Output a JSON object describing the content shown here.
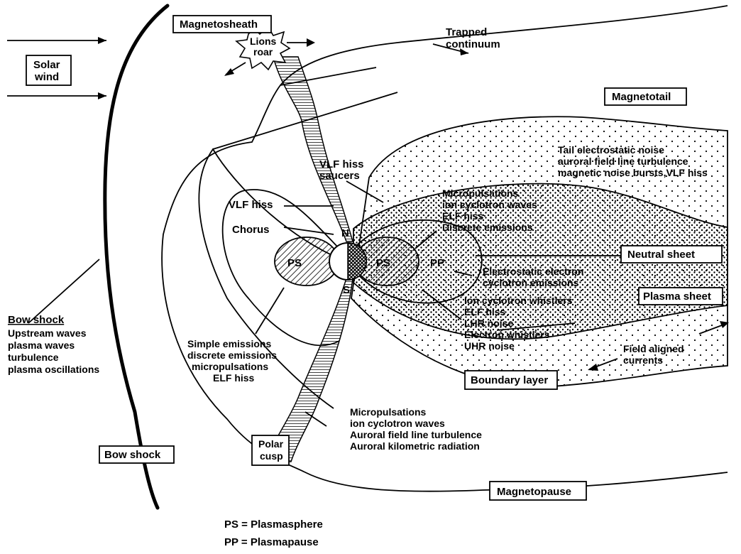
{
  "labels": {
    "solar_wind_line1": "Solar",
    "solar_wind_line2": "wind",
    "magnetosheath": "Magnetosheath",
    "lions_roar_line1": "Lions",
    "lions_roar_line2": "roar",
    "trapped_line1": "Trapped",
    "trapped_line2": "continuum",
    "magnetotail": "Magnetotail",
    "tail_noise_1": "Tail electrostatic noise",
    "tail_noise_2": "auroral field line turbulence",
    "tail_noise_3": "magnetic noise bursts,VLF hiss",
    "vlf_saucers_1": "VLF hiss",
    "vlf_saucers_2": "saucers",
    "vlf_hiss": "VLF hiss",
    "chorus": "Chorus",
    "ps_left": "PS",
    "ps_right": "PS",
    "pp": "PP",
    "north": "N",
    "south": "S",
    "pp_waves_1": "Micropulsations",
    "pp_waves_2": "ion cyclotron waves",
    "pp_waves_3": "ELF hiss",
    "pp_waves_4": "Discrete emissions",
    "neutral_sheet": "Neutral sheet",
    "electrostatic_1": "Electrostatic electron",
    "electrostatic_2": "cyclotron emissions",
    "ion_whistlers": "Ion cyclotron whistlers",
    "elf_hiss_2": "ELF hiss",
    "lhr_noise": "LHR noise",
    "electron_whistlers": "Electron whistlers",
    "uhr_noise": "UHR noise",
    "plasma_sheet": "Plasma sheet",
    "field_aligned_1": "Field aligned",
    "field_aligned_2": "currents",
    "boundary_layer": "Boundary layer",
    "bow_shock_title": "Bow shock",
    "bow_shock_1": "Upstream waves",
    "bow_shock_2": "plasma waves",
    "bow_shock_3": "turbulence",
    "bow_shock_4": "plasma oscillations",
    "bow_shock_box": "Bow shock",
    "simple_1": "Simple emissions",
    "simple_2": "discrete emissions",
    "simple_3": "micropulsations",
    "simple_4": "ELF hiss",
    "polar_cusp_1": "Polar",
    "polar_cusp_2": "cusp",
    "cusp_waves_1": "Micropulsations",
    "cusp_waves_2": "ion cyclotron waves",
    "cusp_waves_3": "Auroral field line turbulence",
    "cusp_waves_4": "Auroral kilometric radiation",
    "magnetopause": "Magnetopause",
    "legend_ps": "PS  =  Plasmasphere",
    "legend_pp": "PP  =  Plasmapause"
  }
}
